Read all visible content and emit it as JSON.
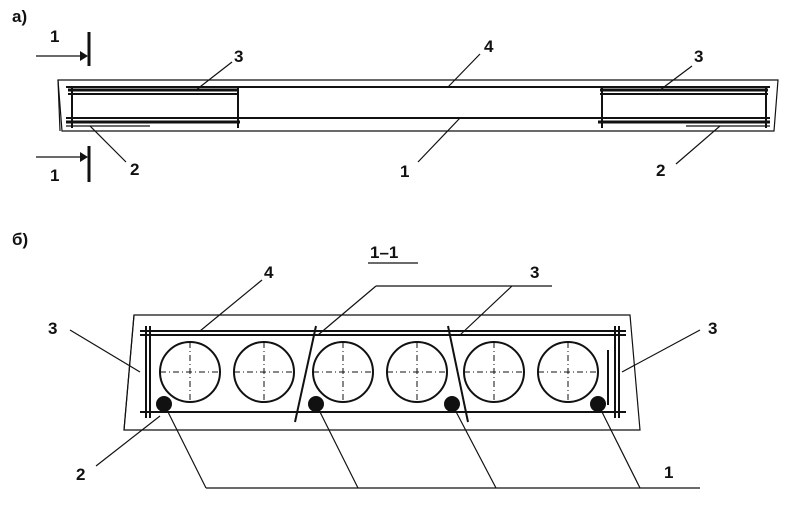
{
  "figure_a": {
    "label": "а)",
    "section_mark_top": "1",
    "section_mark_bottom": "1",
    "callouts": {
      "top_left": "3",
      "top_center": "4",
      "top_right": "3",
      "bottom_left": "2",
      "bottom_center": "1",
      "bottom_right": "2"
    }
  },
  "figure_b": {
    "label": "б)",
    "section_title": "1–1",
    "callouts": {
      "four": "4",
      "three_center": "3",
      "three_left": "3",
      "three_right": "3",
      "two": "2",
      "one": "1"
    }
  }
}
